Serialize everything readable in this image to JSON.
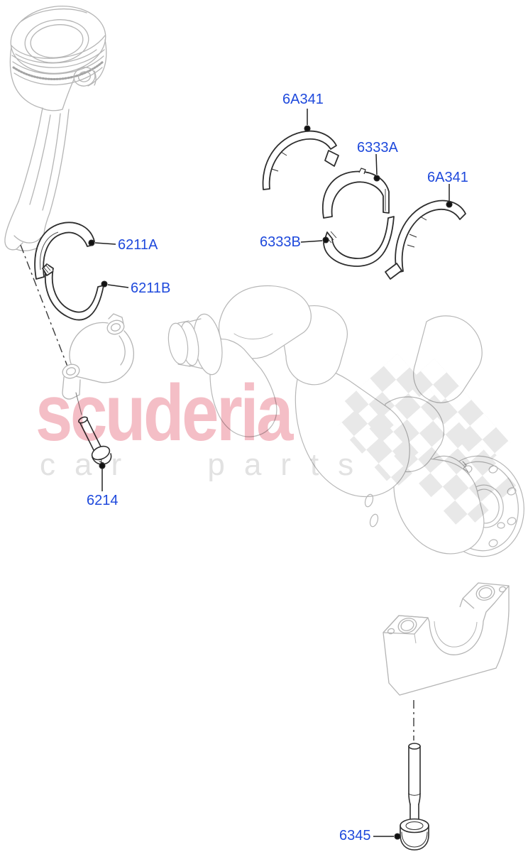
{
  "watermark": {
    "brand": "scuderia",
    "tagline": "car parts"
  },
  "part_labels": [
    {
      "text": "6A341"
    },
    {
      "text": "6333A"
    },
    {
      "text": "6A341"
    },
    {
      "text": "6333B"
    },
    {
      "text": "6211A"
    },
    {
      "text": "6211B"
    },
    {
      "text": "6214"
    },
    {
      "text": "6345"
    }
  ],
  "colors": {
    "label_blue": "#1e49dc",
    "line_light": "#b5b5b5",
    "line_dark": "#2e2e2e",
    "leader_dark": "#222222",
    "watermark_pink": "#f4bec6",
    "watermark_gray": "#e2e2e2",
    "check_gray": "#e8e8e8",
    "background": "#ffffff"
  }
}
